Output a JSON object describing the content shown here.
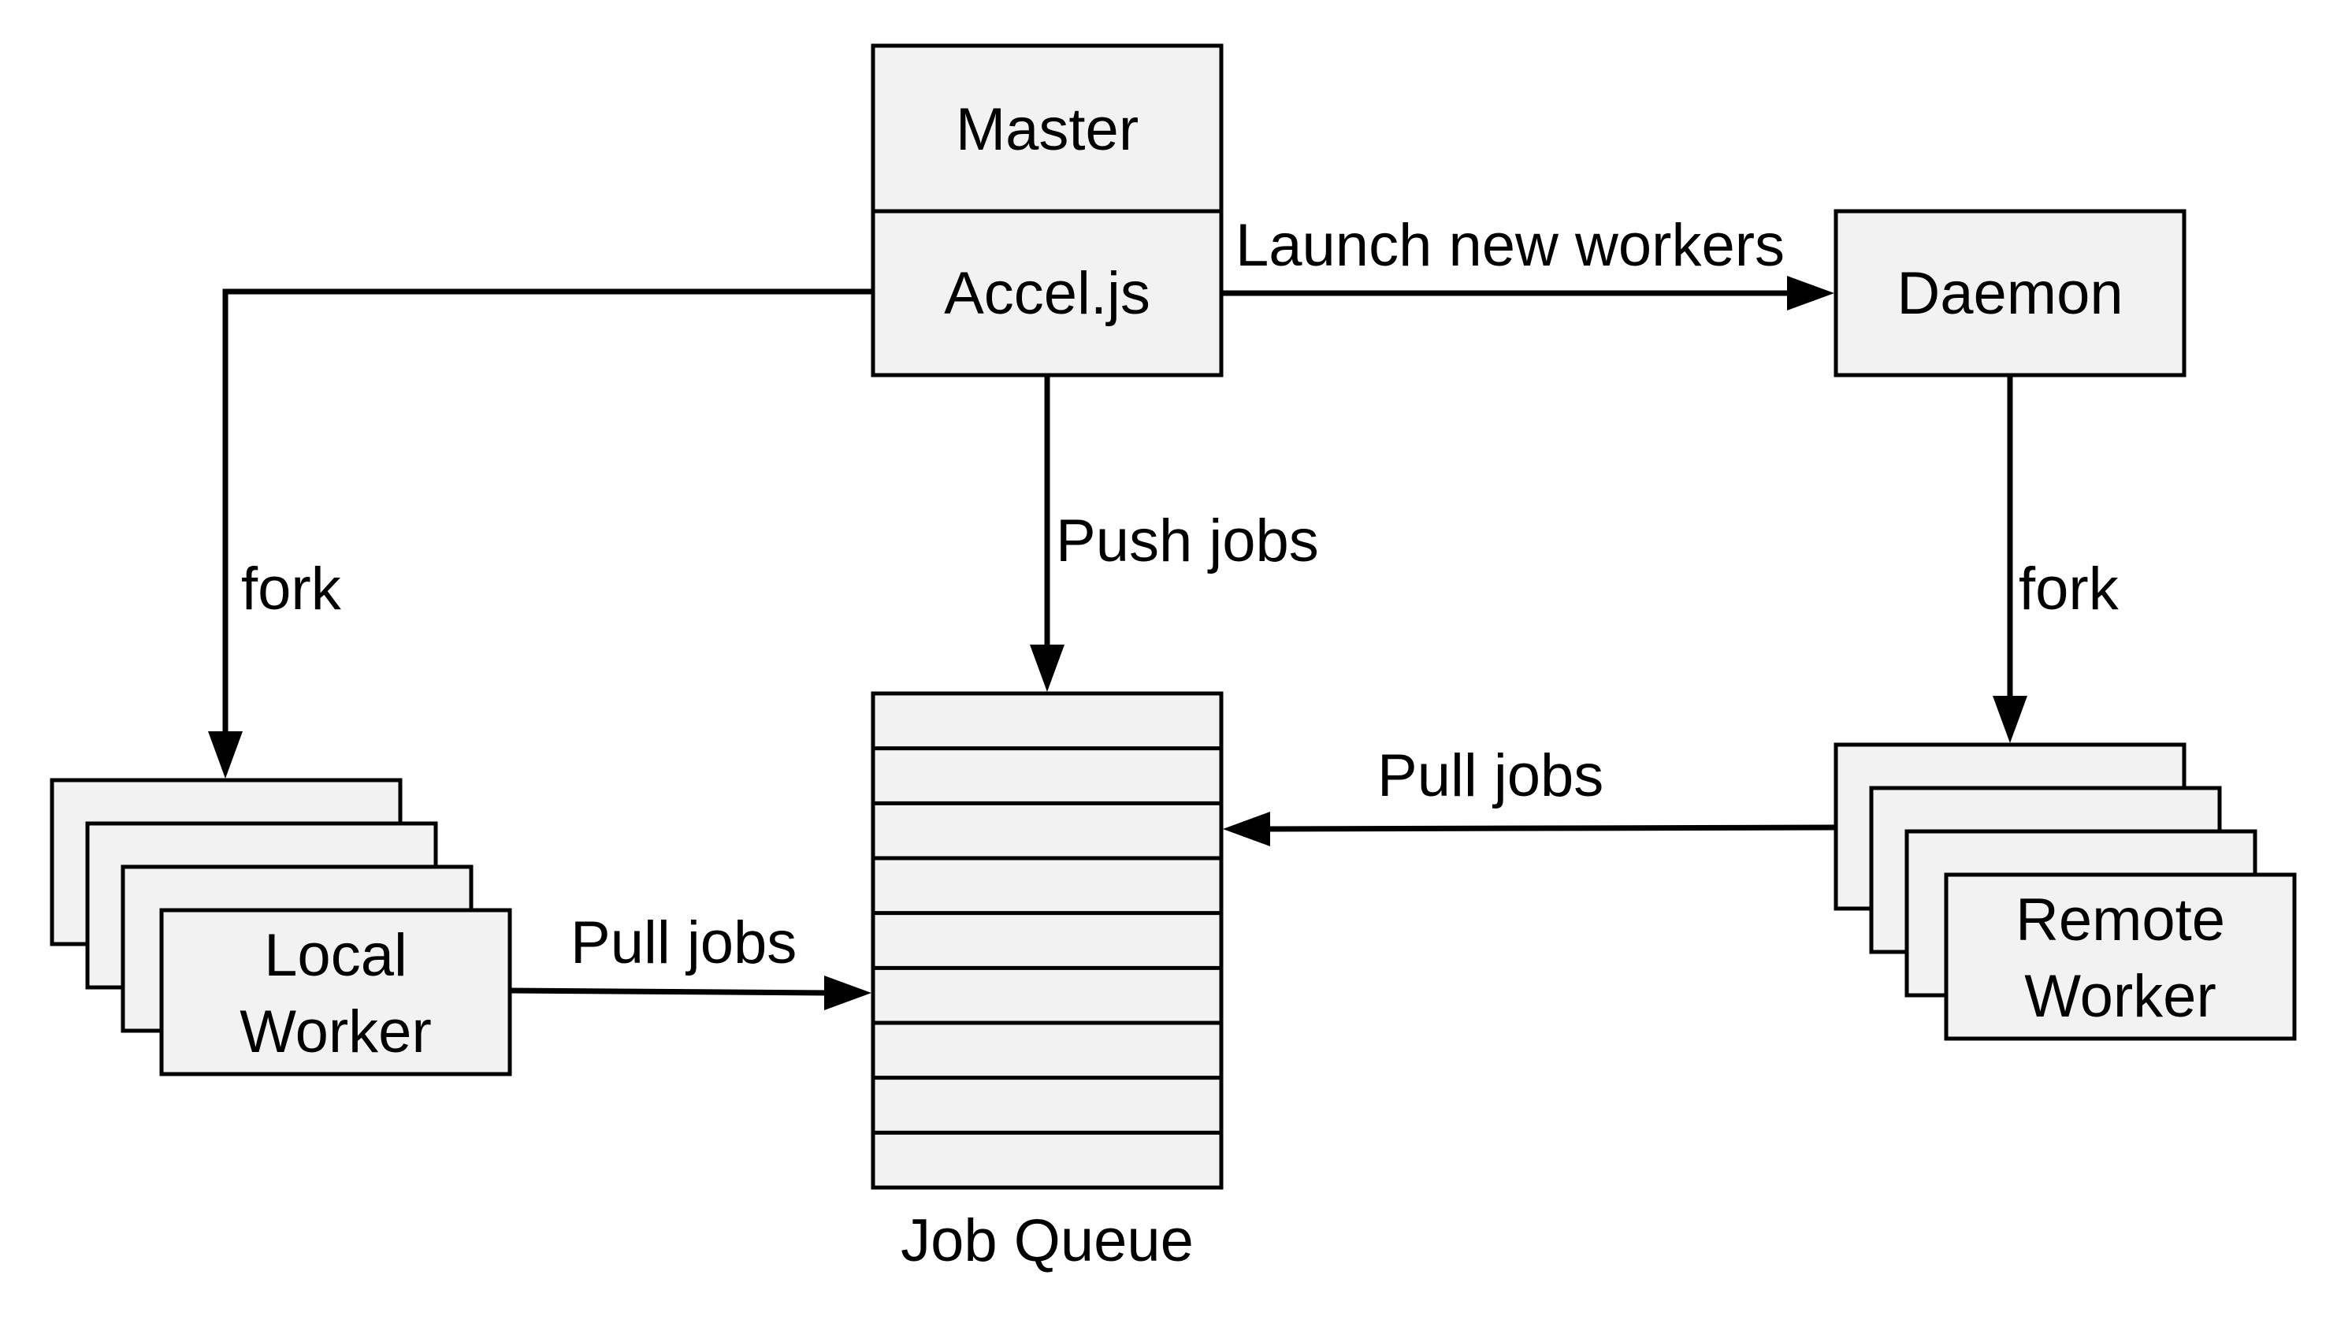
{
  "master": {
    "title": "Master",
    "library": "Accel.js"
  },
  "daemon": {
    "label": "Daemon"
  },
  "job_queue": {
    "label": "Job Queue",
    "slot_count": 9
  },
  "local_worker": {
    "line1": "Local",
    "line2": "Worker",
    "stack_count": 4
  },
  "remote_worker": {
    "line1": "Remote",
    "line2": "Worker",
    "stack_count": 4
  },
  "edges": {
    "launch_new_workers": "Launch new workers",
    "push_jobs": "Push jobs",
    "fork_local": "fork",
    "fork_remote": "fork",
    "pull_jobs_local": "Pull jobs",
    "pull_jobs_remote": "Pull jobs"
  }
}
